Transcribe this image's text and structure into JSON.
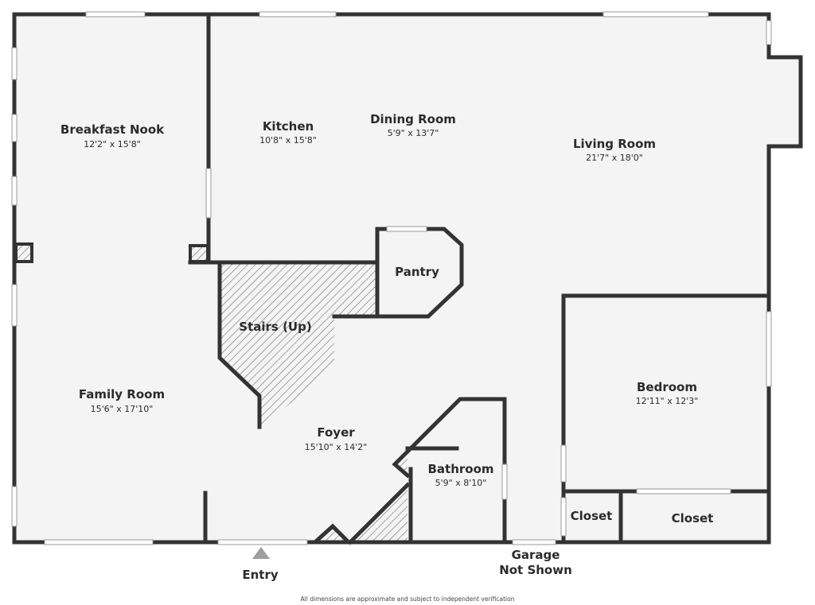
{
  "rooms": {
    "breakfast_nook": {
      "name": "Breakfast Nook",
      "dims": "12'2\" x 15'8\""
    },
    "kitchen": {
      "name": "Kitchen",
      "dims": "10'8\" x 15'8\""
    },
    "dining_room": {
      "name": "Dining Room",
      "dims": "5'9\" x 13'7\""
    },
    "living_room": {
      "name": "Living Room",
      "dims": "21'7\" x 18'0\""
    },
    "pantry": {
      "name": "Pantry"
    },
    "stairs": {
      "name": "Stairs (Up)"
    },
    "family_room": {
      "name": "Family Room",
      "dims": "15'6\" x 17'10\""
    },
    "foyer": {
      "name": "Foyer",
      "dims": "15'10\" x 14'2\""
    },
    "bedroom": {
      "name": "Bedroom",
      "dims": "12'11\" x 12'3\""
    },
    "bathroom": {
      "name": "Bathroom",
      "dims": "5'9\" x 8'10\""
    },
    "closet_left": {
      "name": "Closet"
    },
    "closet_right": {
      "name": "Closet"
    }
  },
  "labels": {
    "entry": "Entry",
    "garage_line1": "Garage",
    "garage_line2": "Not Shown"
  },
  "footer": {
    "disclaimer": "All dimensions are approximate and subject to independent verification"
  },
  "colors": {
    "wall": "#333333",
    "floor": "#f4f4f4",
    "hatch": "#555555",
    "entry_marker": "#9e9e9e"
  }
}
